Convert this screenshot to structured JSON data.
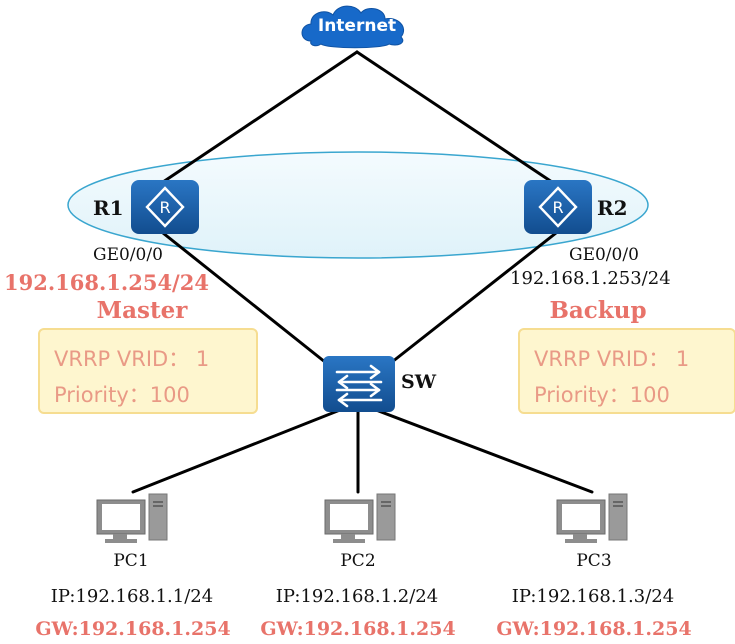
{
  "internet": {
    "label": "Internet"
  },
  "routers": {
    "r1": {
      "name": "R1",
      "interface": "GE0/0/0",
      "ip": "192.168.1.254/24",
      "role": "Master",
      "vrrp_vrid": "VRRP VRID： 1",
      "priority": "Priority：100"
    },
    "r2": {
      "name": "R2",
      "interface": "GE0/0/0",
      "ip": "192.168.1.253/24",
      "role": "Backup",
      "vrrp_vrid": "VRRP VRID： 1",
      "priority": "Priority：100"
    }
  },
  "switch": {
    "name": "SW"
  },
  "pcs": [
    {
      "name": "PC1",
      "ip": "IP:192.168.1.1/24",
      "gw": "GW:192.168.1.254"
    },
    {
      "name": "PC2",
      "ip": "IP:192.168.1.2/24",
      "gw": "GW:192.168.1.254"
    },
    {
      "name": "PC3",
      "ip": "IP:192.168.1.3/24",
      "gw": "GW:192.168.1.254"
    }
  ],
  "colors": {
    "device_blue": "#1a5ea8",
    "accent_red": "#e8736a",
    "vrrp_box_fill": "#fef6cf",
    "vrrp_group_ellipse": "#e8f6fb"
  },
  "icons": [
    "cloud-icon",
    "router-icon",
    "switch-icon",
    "pc-icon"
  ]
}
